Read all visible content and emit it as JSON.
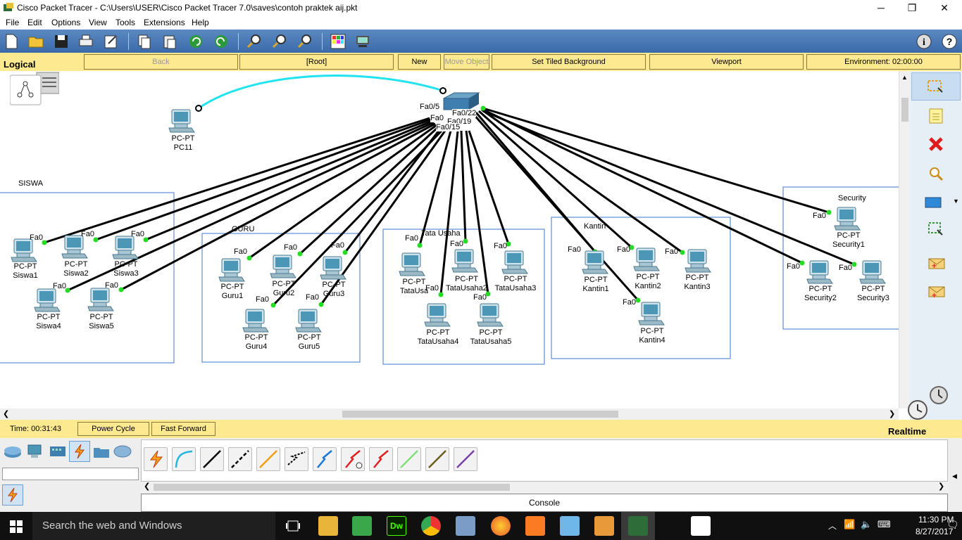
{
  "window": {
    "title": "Cisco Packet Tracer - C:\\Users\\USER\\Cisco Packet Tracer 7.0\\saves\\contoh praktek aij.pkt",
    "minimize": "─",
    "maximize": "❐",
    "close": "✕"
  },
  "menu": [
    "File",
    "Edit",
    "Options",
    "View",
    "Tools",
    "Extensions",
    "Help"
  ],
  "workspace_bar": {
    "tab": "Logical",
    "back": "Back",
    "root": "[Root]",
    "new_cluster": "New Cluster",
    "move_object": "Move Object",
    "set_tiled_background": "Set Tiled Background",
    "viewport": "Viewport",
    "environment": "Environment: 02:00:00"
  },
  "groups": {
    "siswa": "SISWA",
    "guru": "GURU",
    "tata_usaha": "Tata Usaha",
    "kantin": "Kantin",
    "security": "Security"
  },
  "switch_ports": [
    "Fa0/5",
    "Fa0/22",
    "Fa0/19",
    "Fa0/15",
    "Fa0"
  ],
  "devices": [
    {
      "type": "PC-PT",
      "name": "PC11",
      "port": ""
    },
    {
      "type": "PC-PT",
      "name": "Siswa1",
      "port": "Fa0"
    },
    {
      "type": "PC-PT",
      "name": "Siswa2",
      "port": "Fa0"
    },
    {
      "type": "PC-PT",
      "name": "Siswa3",
      "port": "Fa0"
    },
    {
      "type": "PC-PT",
      "name": "Siswa4",
      "port": "Fa0"
    },
    {
      "type": "PC-PT",
      "name": "Siswa5",
      "port": "Fa0"
    },
    {
      "type": "PC-PT",
      "name": "Guru1",
      "port": "Fa0"
    },
    {
      "type": "PC-PT",
      "name": "Guru2",
      "port": "Fa0"
    },
    {
      "type": "PC-PT",
      "name": "Guru3",
      "port": "Fa0"
    },
    {
      "type": "PC-PT",
      "name": "Guru4",
      "port": "Fa0"
    },
    {
      "type": "PC-PT",
      "name": "Guru5",
      "port": "Fa0"
    },
    {
      "type": "PC-PT",
      "name": "TataUsa",
      "port": "Fa0"
    },
    {
      "type": "PC-PT",
      "name": "TataUsaha2",
      "port": "Fa0"
    },
    {
      "type": "PC-PT",
      "name": "TataUsaha3",
      "port": "Fa0"
    },
    {
      "type": "PC-PT",
      "name": "TataUsaha4",
      "port": "Fa0"
    },
    {
      "type": "PC-PT",
      "name": "TataUsaha5",
      "port": "Fa0"
    },
    {
      "type": "PC-PT",
      "name": "Kantin1",
      "port": "Fa0"
    },
    {
      "type": "PC-PT",
      "name": "Kantin2",
      "port": "Fa0"
    },
    {
      "type": "PC-PT",
      "name": "Kantin3",
      "port": "Fa0"
    },
    {
      "type": "PC-PT",
      "name": "Kantin4",
      "port": "Fa0"
    },
    {
      "type": "PC-PT",
      "name": "Security1",
      "port": "Fa0"
    },
    {
      "type": "PC-PT",
      "name": "Security2",
      "port": "Fa0"
    },
    {
      "type": "PC-PT",
      "name": "Security3",
      "port": "Fa0"
    }
  ],
  "timebar": {
    "time": "Time: 00:31:43",
    "power_cycle": "Power Cycle Devices",
    "fast_forward": "Fast Forward Time",
    "mode": "Realtime"
  },
  "console": "Console",
  "taskbar": {
    "search_placeholder": "Search the web and Windows",
    "clock_time": "11:30 PM",
    "clock_date": "8/27/2017"
  },
  "colors": {
    "toolbar": "#4a7bbd",
    "workspace_bar": "#fde98f",
    "link_up": "#22dd22",
    "console_cable": "#22e3f0",
    "group_border": "#5b8fd6"
  }
}
